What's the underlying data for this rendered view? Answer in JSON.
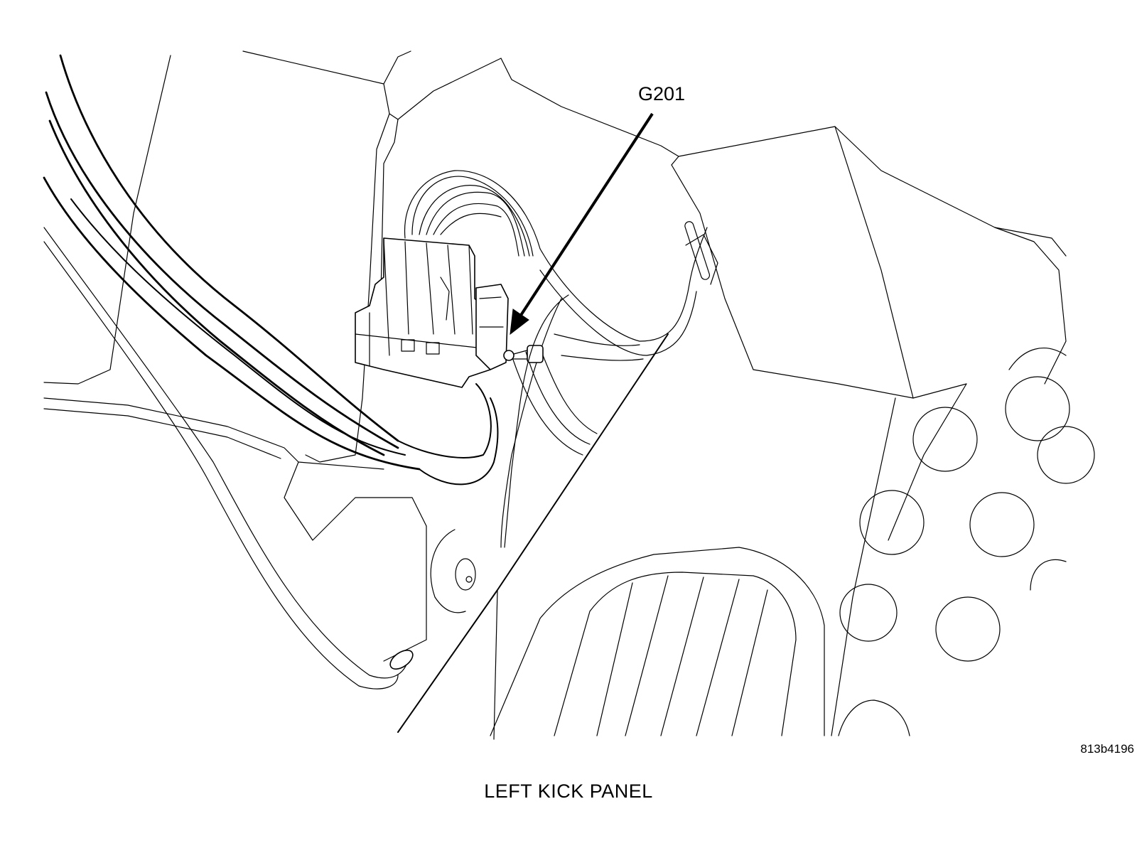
{
  "diagram": {
    "callout_label": "G201",
    "figure_id": "813b4196",
    "caption": "LEFT KICK PANEL"
  },
  "colors": {
    "ink": "#000000",
    "paper": "#ffffff"
  }
}
